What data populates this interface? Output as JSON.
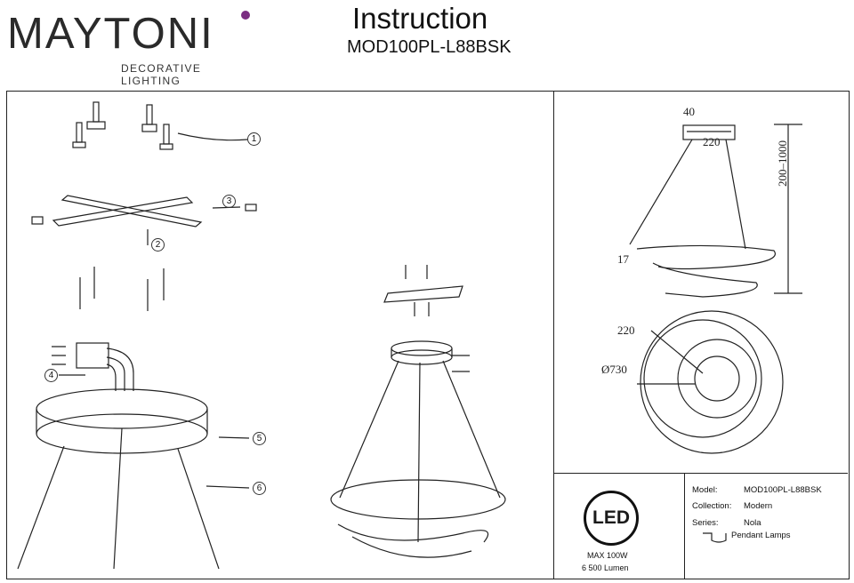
{
  "brand": {
    "name": "MAYTONI",
    "tagline": "DECORATIVE LIGHTING",
    "dot_color": "#7b2d82"
  },
  "header": {
    "title": "Instruction",
    "model": "MOD100PL-L88BSK"
  },
  "parts": {
    "labels": [
      "1",
      "2",
      "3",
      "4",
      "5",
      "6"
    ]
  },
  "dimensions": {
    "canopy_height": "40",
    "canopy_width": "220",
    "drop_height": "200–1000",
    "ring_offset": "17",
    "top_diameter": "220",
    "outer_diameter": "Ø730"
  },
  "badge": {
    "label": "LED",
    "power": "MAX 100W",
    "lumen": "6 500 Lumen"
  },
  "info": {
    "model_label": "Model:",
    "model_value": "MOD100PL-L88BSK",
    "collection_label": "Collection:",
    "collection_value": "Modern",
    "series_label": "Series:",
    "series_value": "Nola",
    "type_value": "Pendant Lamps"
  }
}
